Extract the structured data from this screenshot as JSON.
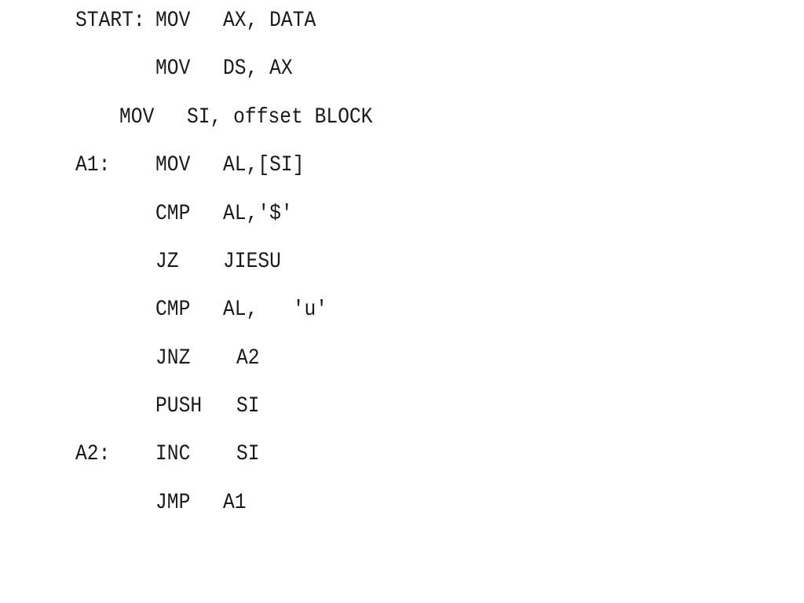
{
  "lines": [
    {
      "label": "START:",
      "mnemonic": "MOV",
      "operands": "AX, DATA"
    },
    {
      "label": "",
      "mnemonic": "MOV",
      "operands": "DS, AX"
    },
    {
      "label": "",
      "mnemonic": "MOV",
      "operands": "SI, offset BLOCK"
    },
    {
      "label": "A1:",
      "mnemonic": "MOV",
      "operands": "AL,[SI]"
    },
    {
      "label": "",
      "mnemonic": "CMP",
      "operands": "AL,'$'"
    },
    {
      "label": "",
      "mnemonic": "JZ",
      "operands": "JIESU"
    },
    {
      "label": "",
      "mnemonic": "CMP",
      "operands": "AL,   'u'"
    },
    {
      "label": "",
      "mnemonic": "JNZ",
      "operands": "A2"
    },
    {
      "label": "",
      "mnemonic": "PUSH",
      "operands": "SI"
    },
    {
      "label": "A2:",
      "mnemonic": "INC",
      "operands": "SI"
    },
    {
      "label": "",
      "mnemonic": "JMP",
      "operands": "A1"
    }
  ]
}
